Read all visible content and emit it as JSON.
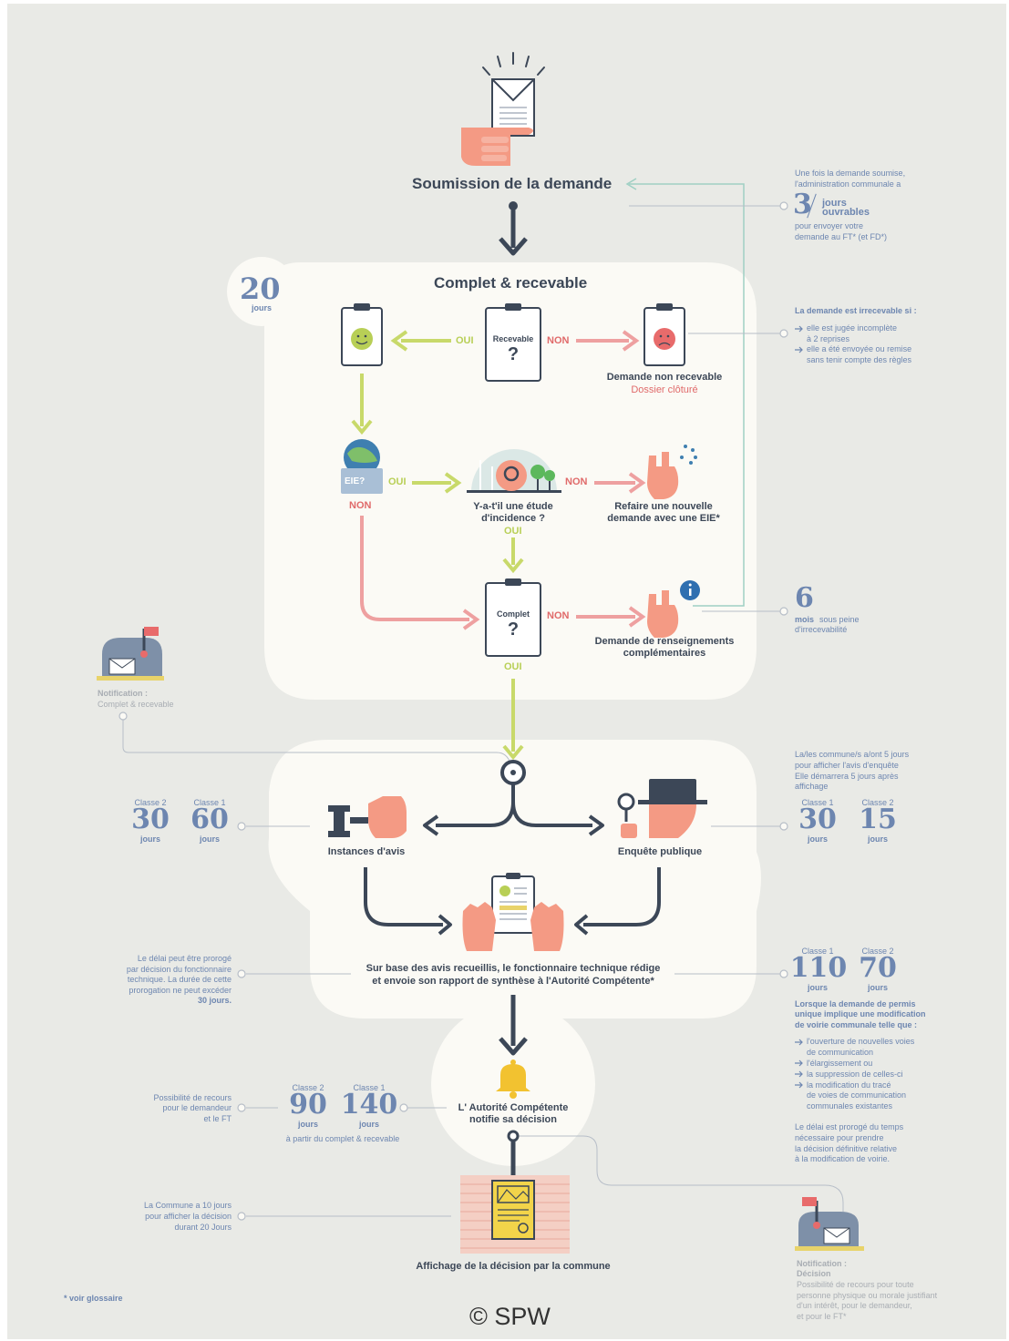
{
  "top": {
    "submission_title": "Soumission de la demande",
    "note_3days_line1": "Une fois la demande soumise,",
    "note_3days_line2": "l'administration communale a",
    "num_3": "3",
    "unit_jours": "jours",
    "unit_ouvrables": "ouvrables",
    "note_3days_line3": "pour envoyer votre",
    "note_3days_line4": "demande au FT* (et FD*)"
  },
  "box1": {
    "days": "20",
    "days_unit": "jours",
    "title": "Complet & recevable",
    "recevable_q": "Recevable",
    "qmark": "?",
    "oui": "OUI",
    "non": "NON",
    "non_recevable": "Demande non recevable",
    "dossier_cloture": "Dossier clôturé",
    "eie_tag": "EIE?",
    "eie_oui": "OUI",
    "eie_non": "NON",
    "etude_line1": "Y-a-t'il une étude",
    "etude_line2": "d'incidence ?",
    "etude_oui": "OUI",
    "etude_non": "NON",
    "refaire_line1": "Refaire une nouvelle",
    "refaire_line2": "demande avec une EIE*",
    "complet_q": "Complet",
    "complet_non": "NON",
    "complet_oui": "OUI",
    "renseign_line1": "Demande de renseignements",
    "renseign_line2": "complémentaires"
  },
  "irrecevable": {
    "head": "La demande est irrecevable si :",
    "b1a": "elle est jugée incomplète",
    "b1b": "à 2 reprises",
    "b2a": "elle a été envoyée ou remise",
    "b2b": "sans tenir compte des règles"
  },
  "six": {
    "num": "6",
    "unit": "mois",
    "text1": "sous peine",
    "text2": "d'irrecevabilité"
  },
  "notif1": {
    "label": "Notification :",
    "text": "Complet & recevable"
  },
  "box2": {
    "instances": "Instances d'avis",
    "enquete": "Enquête publique",
    "rapport_line1": "Sur base des avis recueillis, le fonctionnaire technique rédige",
    "rapport_line2": "et envoie son rapport de synthèse à l'Autorité Compétente*"
  },
  "left_instances": {
    "c2_label": "Classe 2",
    "c2_num": "30",
    "c2_unit": "jours",
    "c1_label": "Classe 1",
    "c1_num": "60",
    "c1_unit": "jours"
  },
  "right_enquete": {
    "note1": "La/les commune/s a/ont 5 jours",
    "note2": "pour afficher l'avis d'enquête",
    "note3": "Elle démarrera 5 jours après",
    "note4": "affichage",
    "c1_label": "Classe 1",
    "c1_num": "30",
    "c1_unit": "jours",
    "c2_label": "Classe 2",
    "c2_num": "15",
    "c2_unit": "jours"
  },
  "left_prorog": {
    "l1": "Le délai peut être prorogé",
    "l2": "par décision du fonctionnaire",
    "l3": "technique. La durée de cette",
    "l4": "prorogation ne peut excéder",
    "l5": "30 jours."
  },
  "right_rapport": {
    "c1_label": "Classe 1",
    "c1_num": "110",
    "c1_unit": "jours",
    "c2_label": "Classe 2",
    "c2_num": "70",
    "c2_unit": "jours",
    "h1": "Lorsque la demande de permis",
    "h2": "unique implique une modification",
    "h3": "de voirie communale telle que :",
    "b1a": "l'ouverture de nouvelles voies",
    "b1b": "de communication",
    "b2": "l'élargissement ou",
    "b3": "la suppression de celles-ci",
    "b4a": "la modification du tracé",
    "b4b": "de voies de communication",
    "b4c": "communales existantes",
    "p1": "Le délai est prorogé du temps",
    "p2": "nécessaire pour prendre",
    "p3": "la décision définitive relative",
    "p4": "à la modification de voirie."
  },
  "decision": {
    "text1": "L' Autorité Compétente",
    "text2": "notifie sa décision",
    "recours1": "Possibilité de recours",
    "recours2": "pour le demandeur",
    "recours3": "et le FT",
    "c2_label": "Classe 2",
    "c2_num": "90",
    "c2_unit": "jours",
    "c1_label": "Classe 1",
    "c1_num": "140",
    "c1_unit": "jours",
    "from": "à partir du complet & recevable"
  },
  "affichage": {
    "label": "Affichage de la décision par la commune",
    "c1": "La Commune a 10 jours",
    "c2": "pour afficher la décision",
    "c3": "durant 20 Jours"
  },
  "notif2": {
    "label": "Notification :",
    "sub": "Décision",
    "t1": "Possibilité de recours pour toute",
    "t2": "personne physique ou morale justifiant",
    "t3": "d'un intérêt, pour le demandeur,",
    "t4": "et pour le FT*"
  },
  "footer": {
    "glossaire": "* voir glossaire",
    "copyright": "© SPW"
  },
  "colors": {
    "bg": "#e9eae6",
    "panel": "#fbfaf5",
    "dark": "#3c4757",
    "green": "#c8d96a",
    "red": "#eea0a0",
    "blue": "#6d86b0",
    "teal": "#9fd0c4",
    "skin": "#f49a84",
    "yellow": "#f2c230"
  }
}
